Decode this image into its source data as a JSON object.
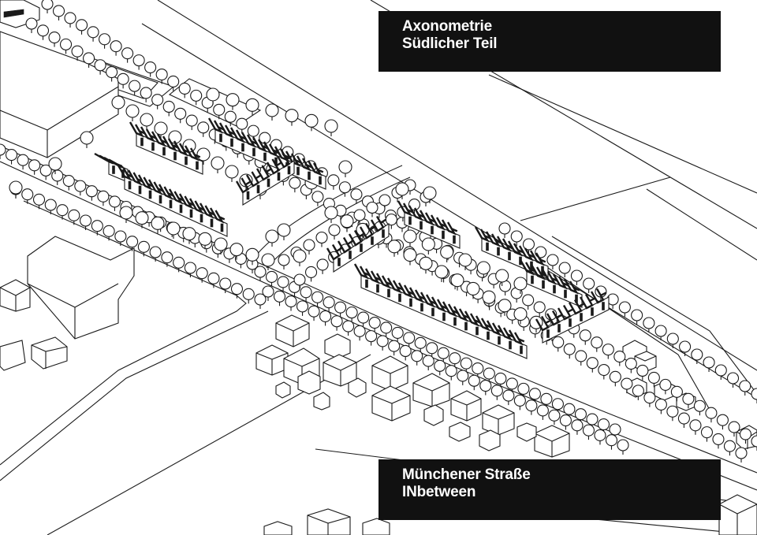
{
  "title": {
    "line1": "Axonometrie",
    "line2": "Südlicher Teil"
  },
  "project": {
    "line1": "Münchener Straße",
    "line2": "INbetween"
  }
}
